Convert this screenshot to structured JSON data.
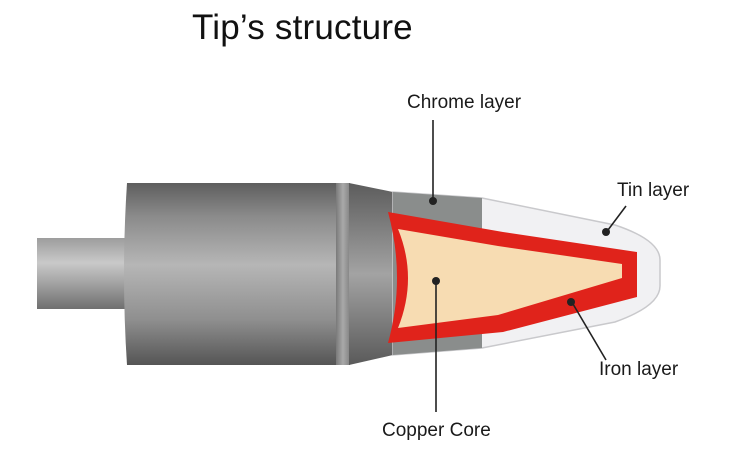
{
  "title": "Tip’s structure",
  "labels": {
    "chrome": "Chrome layer",
    "tin": "Tin layer",
    "iron": "Iron layer",
    "copper": "Copper Core"
  },
  "colors": {
    "tin": "#f1f1f3",
    "chrome": "#8a8d8c",
    "iron": "#e0231b",
    "copper": "#f7dcb2",
    "leader": "#222222"
  }
}
